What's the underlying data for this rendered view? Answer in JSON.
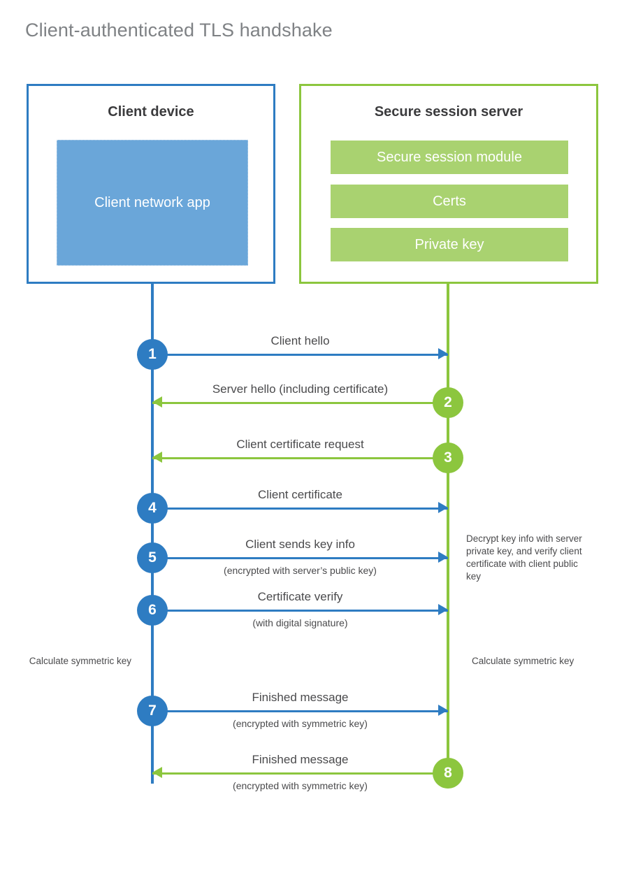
{
  "title": "Client-authenticated TLS handshake",
  "actors": {
    "client": {
      "title": "Client device",
      "app_label": "Client network app",
      "accent": "#2e7cc2",
      "app_fill": "#6aa6d9"
    },
    "server": {
      "title": "Secure session server",
      "accent": "#8cc63e",
      "bar_fill": "#a9d270",
      "modules": [
        "Secure session module",
        "Certs",
        "Private key"
      ]
    }
  },
  "steps": [
    {
      "number": "1",
      "label": "Client hello",
      "sublabel": "",
      "direction": "to-server",
      "color": "blue"
    },
    {
      "number": "2",
      "label": "Server hello (including certificate)",
      "sublabel": "",
      "direction": "to-client",
      "color": "green"
    },
    {
      "number": "3",
      "label": "Client certificate request",
      "sublabel": "",
      "direction": "to-client",
      "color": "green"
    },
    {
      "number": "4",
      "label": "Client certificate",
      "sublabel": "",
      "direction": "to-server",
      "color": "blue"
    },
    {
      "number": "5",
      "label": "Client sends key info",
      "sublabel": "(encrypted with server’s public key)",
      "direction": "to-server",
      "color": "blue"
    },
    {
      "number": "6",
      "label": "Certificate verify",
      "sublabel": "(with digital signature)",
      "direction": "to-server",
      "color": "blue"
    },
    {
      "number": "7",
      "label": "Finished message",
      "sublabel": "(encrypted with symmetric key)",
      "direction": "to-server",
      "color": "blue"
    },
    {
      "number": "8",
      "label": "Finished message",
      "sublabel": "(encrypted with symmetric key)",
      "direction": "to-client",
      "color": "green"
    }
  ],
  "annotations": {
    "server_decrypt": "Decrypt key info with server private key, and verify client certificate with client public key",
    "client_calc": "Calculate symmetric key",
    "server_calc": "Calculate symmetric key"
  }
}
